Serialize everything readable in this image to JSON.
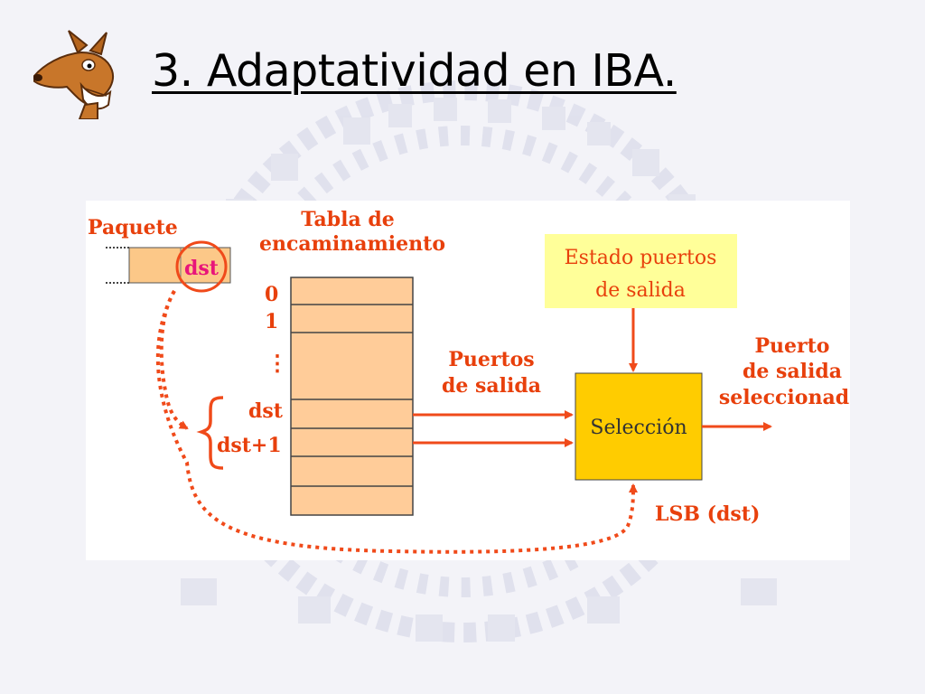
{
  "slide": {
    "title": "3. Adaptatividad en IBA."
  },
  "logo": {
    "icon": "kangaroo-mascot-icon"
  },
  "diagram": {
    "packet_label": "Paquete",
    "packet_field": "dst",
    "table_title_line1": "Tabla de",
    "table_title_line2": "encaminamiento",
    "row_index_0": "0",
    "row_index_1": "1",
    "row_index_dots": "⋮",
    "row_index_dst": "dst",
    "row_index_dst1": "dst+1",
    "output_ports_line1": "Puertos",
    "output_ports_line2": "de salida",
    "state_line1": "Estado puertos",
    "state_line2": "de salida",
    "selection_label": "Selección",
    "selected_line1": "Puerto",
    "selected_line2": "de salida",
    "selected_line3": "seleccionad",
    "lsb_label": "LSB (dst)"
  },
  "colors": {
    "arrow": "#f04a1a",
    "table_fill": "#ffcc99",
    "packet_fill": "#fcc888",
    "selection_fill": "#ffcc00",
    "state_fill": "#ffff99",
    "label_red": "#e8400c",
    "packet_dst": "#e8157a"
  }
}
